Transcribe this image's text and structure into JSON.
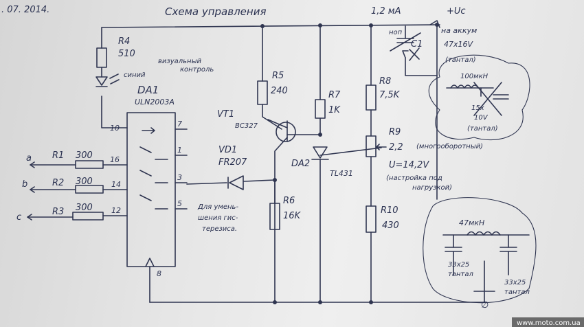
{
  "header": {
    "date": ". 07. 2014.",
    "title": "Схема управления",
    "current": "1,2 мА",
    "voltage": "+Uс",
    "to_battery": "на аккум"
  },
  "components": {
    "r4": {
      "name": "R4",
      "value": "510"
    },
    "visual_note": [
      "визуальный",
      "контроль",
      "синий"
    ],
    "da1": {
      "name": "DA1",
      "part": "ULN2003A"
    },
    "r5": {
      "name": "R5",
      "value": "240"
    },
    "r7": {
      "name": "R7",
      "value": "1K"
    },
    "r8": {
      "name": "R8",
      "value": "7,5K"
    },
    "c1": {
      "cap_top": "ноп",
      "name": "C1",
      "rating": "47x16V",
      "type": "(тантал)"
    },
    "r9": {
      "name": "R9",
      "value": "2,2",
      "note": "(многооборотный)"
    },
    "u_set": "U=14,2V",
    "adjust_note": [
      "(настройка под",
      "нагрузкой)"
    ],
    "vt1": {
      "name": "VT1",
      "part": "BC327"
    },
    "vd1": {
      "name": "VD1",
      "part": "FR207"
    },
    "da2": {
      "name": "DA2",
      "part": "TL431"
    },
    "r6": {
      "name": "R6",
      "value": "16K"
    },
    "r10": {
      "name": "R10",
      "value": "430"
    },
    "r1": {
      "name": "R1",
      "value": "300",
      "pin": "16",
      "line": "a"
    },
    "r2": {
      "name": "R2",
      "value": "300",
      "pin": "14",
      "line": "b"
    },
    "r3": {
      "name": "R3",
      "value": "300",
      "pin": "12",
      "line": "c"
    },
    "pin_labels": {
      "p10": "10",
      "p7": "7",
      "p1": "1",
      "p3": "3",
      "p5": "5",
      "p8": "8"
    },
    "hyst_note": [
      "Для умень-",
      "шения гис-",
      "терезиса."
    ],
    "filter_top": {
      "inductor": "100мкН",
      "cap": "15x",
      "volt": "10V",
      "type": "(тантал)"
    },
    "filter_bottom": {
      "inductor": "47мкН",
      "cap1": "33x25",
      "cap1_type": "тантал",
      "cap2": "33x25",
      "cap2_type": "тантал"
    },
    "ground_symbol": "∅"
  },
  "watermark": "www.moto.com.ua"
}
